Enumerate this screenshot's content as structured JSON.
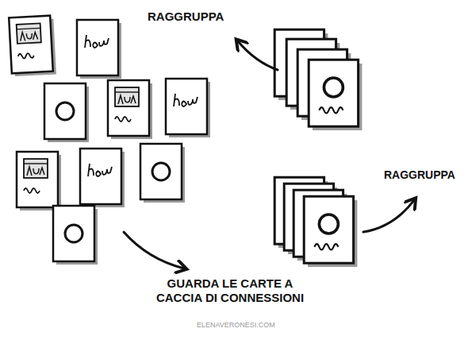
{
  "diagram": {
    "labels": [
      "RAGGRUPPA",
      "RAGGRUPPA",
      "GUARDA LE CARTE A CACCIA DI CONNESSIONI",
      "ELENAVERONESI.COM"
    ]
  }
}
